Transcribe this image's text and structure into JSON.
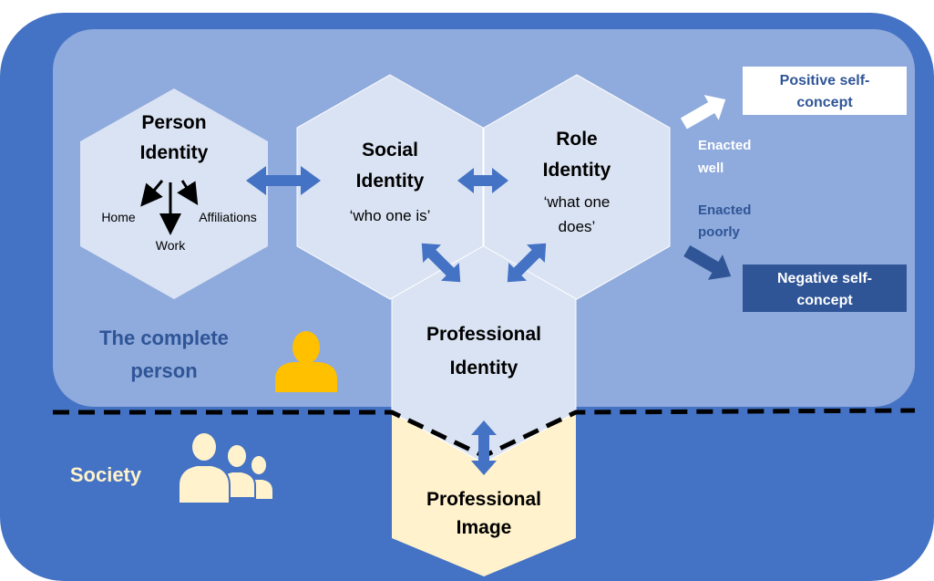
{
  "person_identity": {
    "line1": "Person",
    "line2": "Identity",
    "home": "Home",
    "work": "Work",
    "affiliations": "Affiliations"
  },
  "social_identity": {
    "line1": "Social",
    "line2": "Identity",
    "sub": "‘who one is’"
  },
  "role_identity": {
    "line1": "Role",
    "line2": "Identity",
    "sub1": "‘what one",
    "sub2": "does’"
  },
  "professional_identity": {
    "line1": "Professional",
    "line2": "Identity"
  },
  "professional_image": {
    "line1": "Professional",
    "line2": "Image"
  },
  "complete_person": {
    "line1": "The complete",
    "line2": "person"
  },
  "society": {
    "label": "Society"
  },
  "enacted_well": {
    "line1": "Enacted",
    "line2": "well"
  },
  "enacted_poorly": {
    "line1": "Enacted",
    "line2": "poorly"
  },
  "positive_concept": {
    "line1": "Positive self-",
    "line2": "concept"
  },
  "negative_concept": {
    "line1": "Negative self-",
    "line2": "concept"
  },
  "colors": {
    "outer": "#4472c4",
    "inner": "#8faadc",
    "hexagon": "#dae3f3",
    "image_box": "#fff2cc",
    "dark_text": "#2f5597",
    "arrow": "#4472c4",
    "person_icon": "#ffc000",
    "society_icon": "#fff2cc",
    "negative_box": "#2f5597"
  }
}
